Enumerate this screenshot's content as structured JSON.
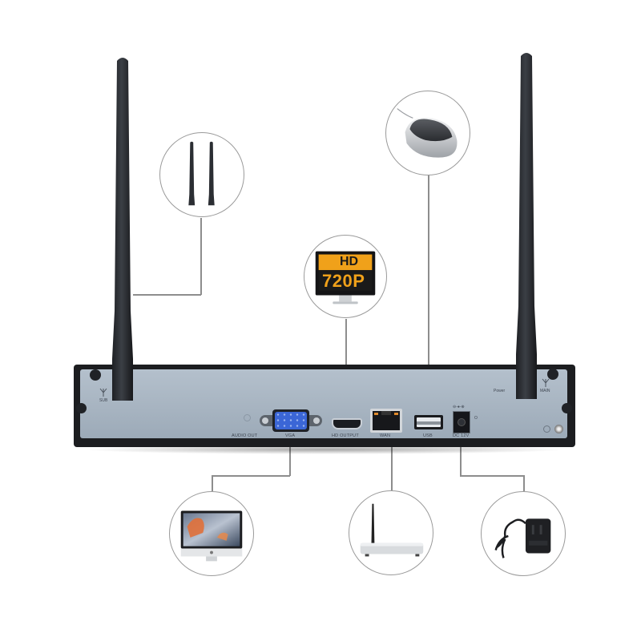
{
  "product": {
    "name": "Wireless NVR rear panel with connection diagram",
    "colors": {
      "panel_face": "#a9b6c3",
      "chassis": "#1c1d20",
      "antenna": "#2a2d31",
      "callout_border": "#9a9a9a",
      "leader_line": "#8d8d8d",
      "hd_badge_orange": "#f0a11a",
      "vga_blue": "#3b66d6"
    }
  },
  "panel": {
    "left_antenna_label": "SUB",
    "right_antenna_label": "MAIN",
    "power_label": "Power",
    "dc_polarity": "⊖-●-⊕",
    "led_indicator": "O",
    "ports": [
      {
        "id": "audio-out",
        "label": "AUDIO OUT"
      },
      {
        "id": "vga",
        "label": "VGA"
      },
      {
        "id": "hd-output",
        "label": "HD OUTPUT"
      },
      {
        "id": "wan",
        "label": "WAN"
      },
      {
        "id": "usb",
        "label": "USB"
      },
      {
        "id": "dc-in",
        "label": "DC 12V"
      }
    ]
  },
  "callouts": [
    {
      "id": "antennas",
      "icon": "antenna-pair-icon",
      "connects_to": "antenna"
    },
    {
      "id": "hd-monitor",
      "icon": "hd-monitor-icon",
      "badge_top": "HD",
      "badge_bottom": "720P",
      "connects_to": "hd-output"
    },
    {
      "id": "mouse",
      "icon": "mouse-icon",
      "connects_to": "usb"
    },
    {
      "id": "computer",
      "icon": "imac-icon",
      "connects_to": "vga"
    },
    {
      "id": "router",
      "icon": "router-icon",
      "connects_to": "wan"
    },
    {
      "id": "power-adapter",
      "icon": "power-adapter-icon",
      "connects_to": "dc-in"
    }
  ]
}
